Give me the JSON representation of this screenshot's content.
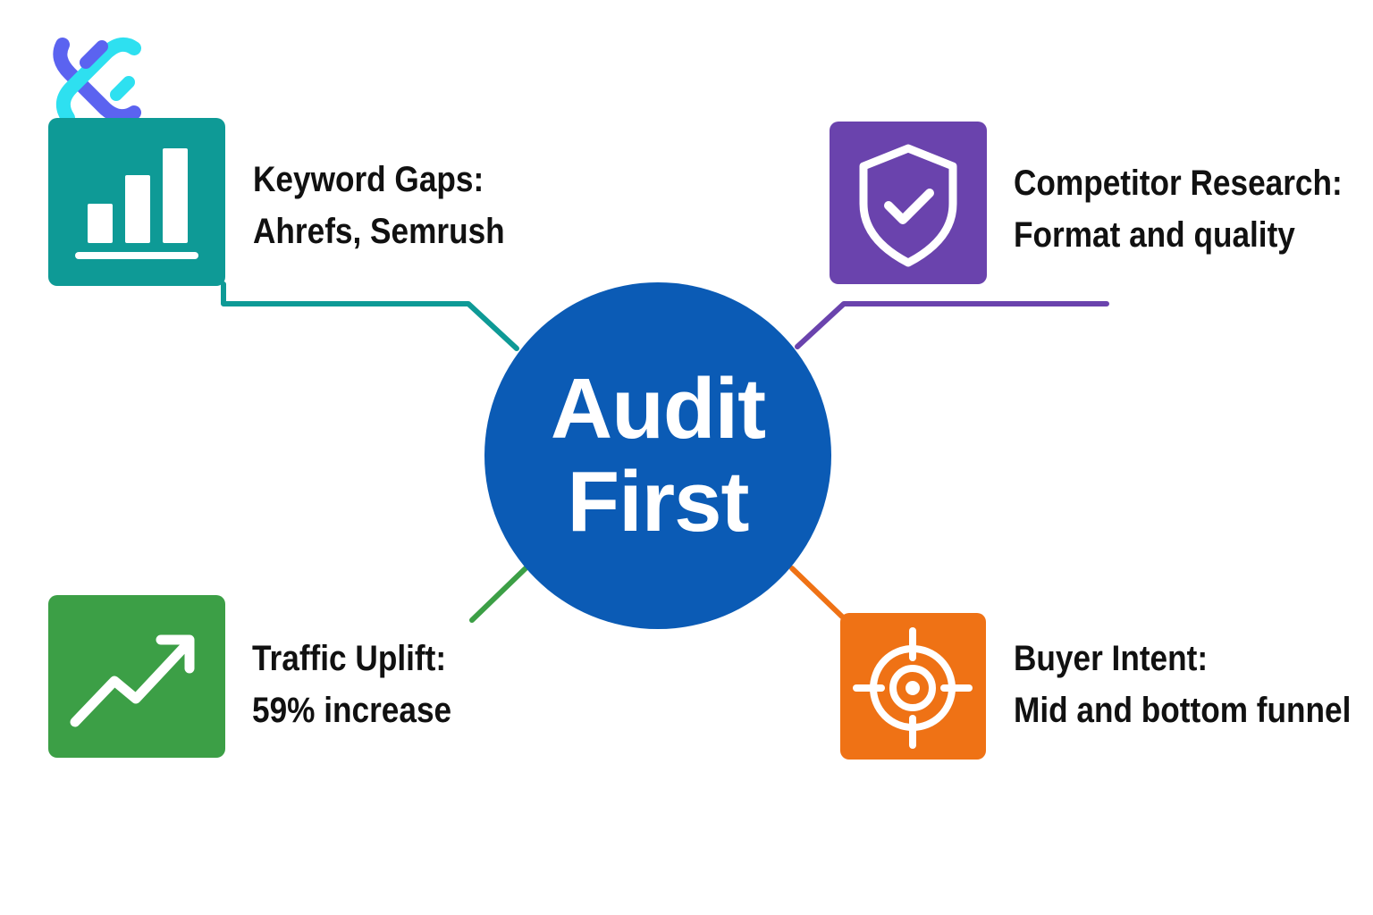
{
  "hub": {
    "line1": "Audit",
    "line2": "First"
  },
  "nodes": {
    "keyword": {
      "title": "Keyword Gaps:",
      "detail": "Ahrefs, Semrush",
      "icon": "bar-chart-icon",
      "color": "#0e9a96"
    },
    "competitor": {
      "title": "Competitor Research:",
      "detail": "Format and quality",
      "icon": "shield-check-icon",
      "color": "#6a43ad"
    },
    "traffic": {
      "title": "Traffic Uplift:",
      "detail": "59% increase",
      "icon": "trend-up-arrow-icon",
      "color": "#3c9f46"
    },
    "buyer": {
      "title": "Buyer Intent:",
      "detail": "Mid and bottom funnel",
      "icon": "target-icon",
      "color": "#ef7215"
    }
  },
  "colors": {
    "hub": "#0b5bb5",
    "logo_blue": "#5b63f0",
    "logo_cyan": "#2ee0f0"
  }
}
